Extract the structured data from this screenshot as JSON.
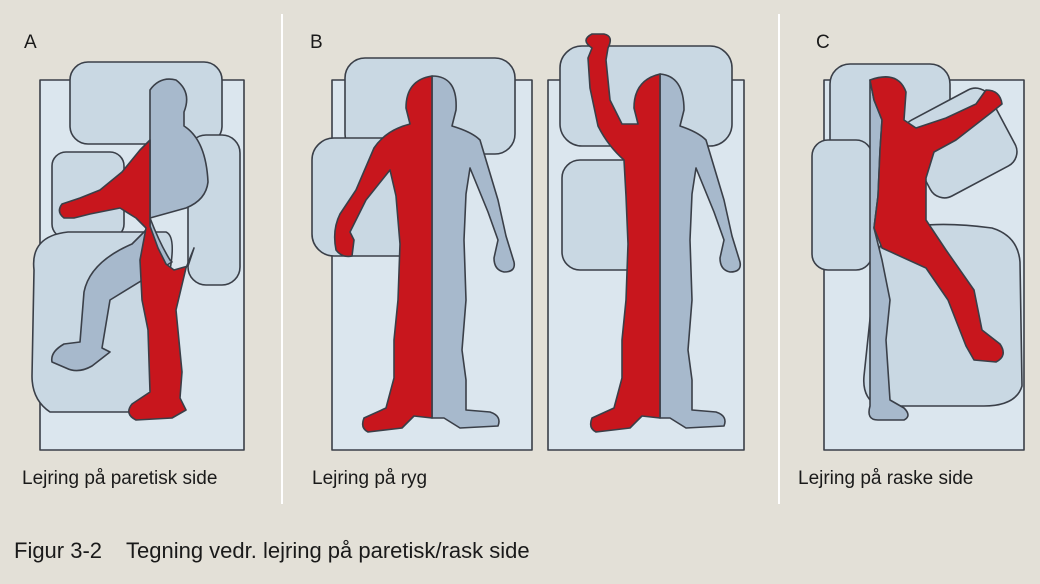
{
  "panels": [
    {
      "letter": "A",
      "caption": "Lejring på paretisk side"
    },
    {
      "letter": "B",
      "caption": "Lejring på ryg"
    },
    {
      "letter": "C",
      "caption": "Lejring på raske side"
    }
  ],
  "figure": {
    "number": "Figur 3-2",
    "title": "Tegning vedr. lejring på paretisk/rask side"
  },
  "colors": {
    "paretic_side": "#c8161d",
    "healthy_side": "#a7b9cc",
    "mattress": "#dbe6ee",
    "pillow": "#c9d8e3",
    "outline": "#3a3f48",
    "background": "#e3e0d7"
  },
  "icons": [
    "bed-mattress",
    "pillow",
    "patient-figure"
  ]
}
